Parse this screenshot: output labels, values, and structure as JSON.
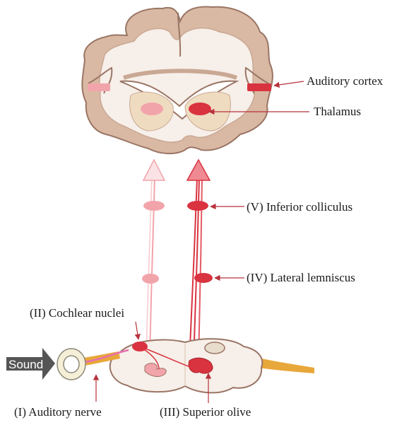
{
  "labels": {
    "auditory_cortex": "Auditory cortex",
    "thalamus": "Thalamus",
    "inferior_colliculus": "(V) Inferior colliculus",
    "lateral_lemniscus": "(IV) Lateral lemniscus",
    "cochlear_nuclei": "(II) Cochlear nuclei",
    "auditory_nerve": "(I) Auditory nerve",
    "superior_olive": "(III) Superior olive",
    "sound": "Sound"
  },
  "colors": {
    "active": "#d9333f",
    "faded": "#f2a4ab",
    "pointer": "#b8323c",
    "tissue": "#f7efe9",
    "tissue_edge": "#9a7565",
    "cortex_band": "#d9b9a3",
    "nerve": "#e8a73a",
    "sound_arrow": "#555555"
  }
}
